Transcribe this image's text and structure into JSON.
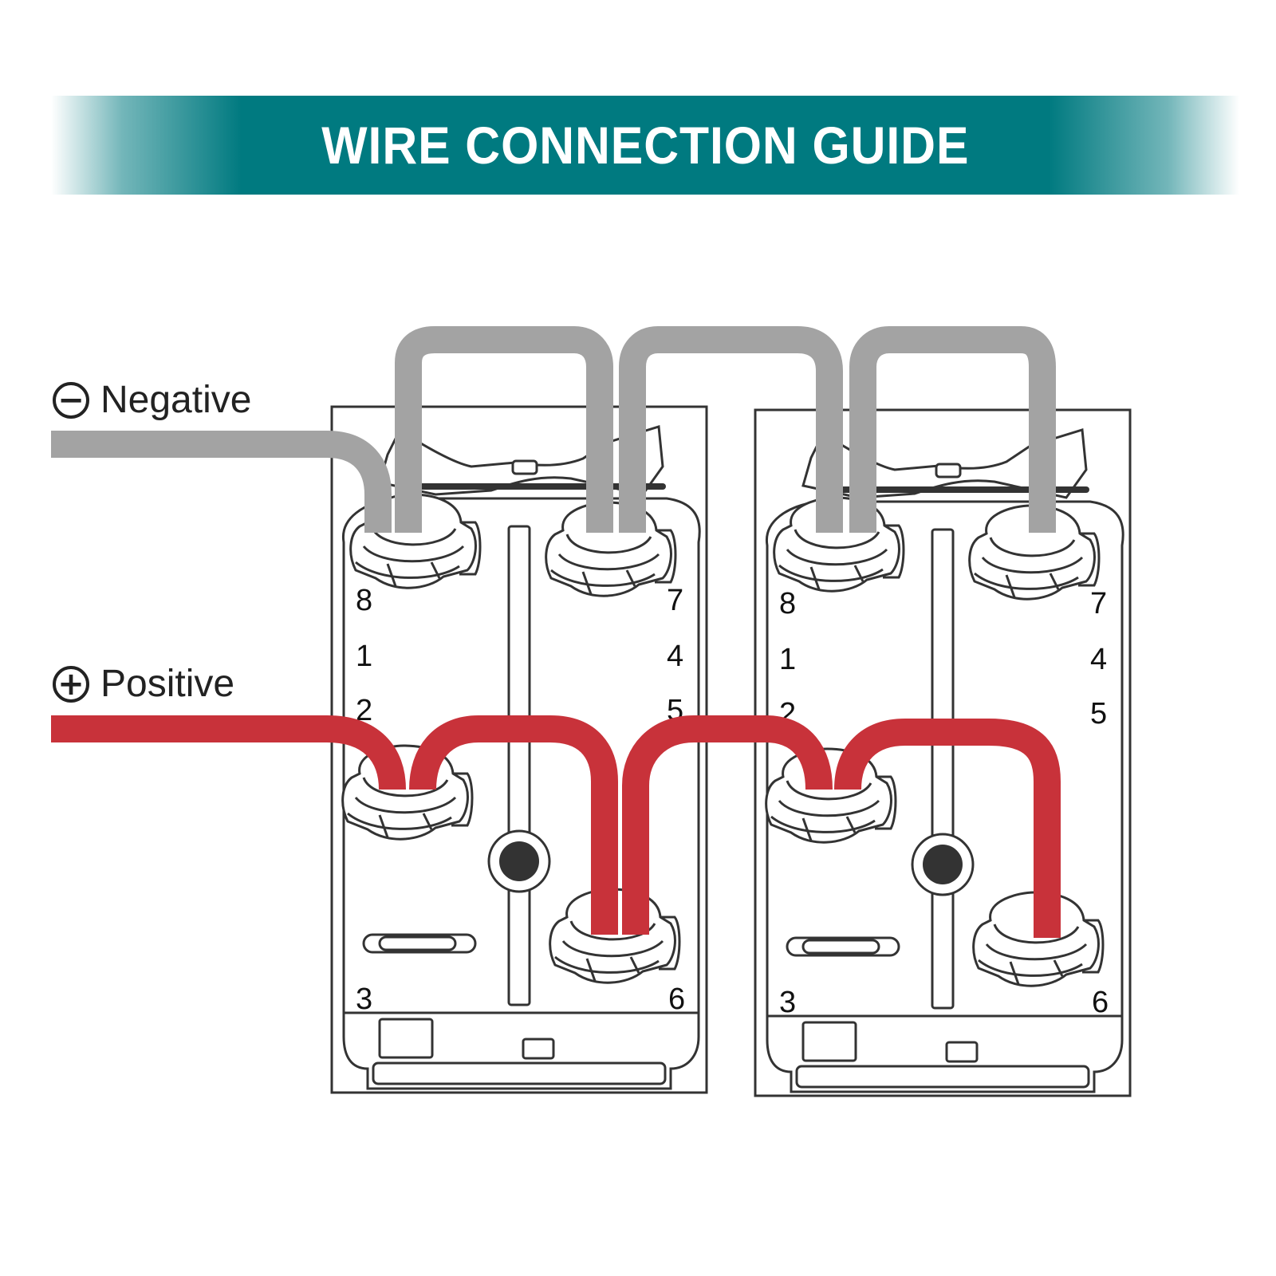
{
  "title": "WIRE CONNECTION GUIDE",
  "colors": {
    "banner": "#007a80",
    "negative_wire": "#a3a3a3",
    "positive_wire": "#c8323a",
    "outline": "#333333"
  },
  "legend": {
    "negative": {
      "symbol": "−",
      "label": "Negative",
      "icon": "minus-circle-icon"
    },
    "positive": {
      "symbol": "+",
      "label": "Positive",
      "icon": "plus-circle-icon"
    }
  },
  "switches": [
    {
      "name": "switch-left",
      "pins": {
        "top_left": "8",
        "top_right": "7",
        "mid_left_1": "1",
        "mid_right_1": "4",
        "mid_left_2": "2",
        "mid_right_2": "5",
        "bottom_left": "3",
        "bottom_right": "6"
      }
    },
    {
      "name": "switch-right",
      "pins": {
        "top_left": "8",
        "top_right": "7",
        "mid_left_1": "1",
        "mid_right_1": "4",
        "mid_left_2": "2",
        "mid_right_2": "5",
        "bottom_left": "3",
        "bottom_right": "6"
      }
    }
  ],
  "connections": {
    "negative": [
      "Negative → S1 pin 8",
      "S1 pin 8 → S1 pin 7",
      "S1 pin 7 → S2 pin 8",
      "S2 pin 8 → S2 pin 7"
    ],
    "positive": [
      "Positive → S1 pin 2",
      "S1 pin 2 → S1 pin 6",
      "S1 pin 6 → S2 pin 2",
      "S2 pin 2 → S2 pin 6"
    ]
  }
}
